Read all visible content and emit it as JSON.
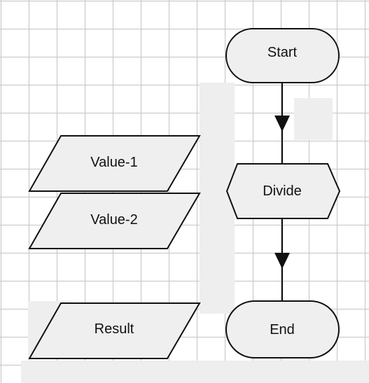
{
  "diagram": {
    "nodes": {
      "start": {
        "label": "Start",
        "shape": "terminator"
      },
      "divide": {
        "label": "Divide",
        "shape": "preparation"
      },
      "end": {
        "label": "End",
        "shape": "terminator"
      },
      "value1": {
        "label": "Value-1",
        "shape": "data"
      },
      "value2": {
        "label": "Value-2",
        "shape": "data"
      },
      "result": {
        "label": "Result",
        "shape": "data"
      }
    },
    "edges": [
      {
        "from": "start",
        "to": "divide"
      },
      {
        "from": "divide",
        "to": "end"
      }
    ]
  },
  "colors": {
    "shape_fill": "#efefef",
    "stroke": "#111111",
    "grid_line": "#c4c4c4",
    "background": "#ffffff"
  }
}
